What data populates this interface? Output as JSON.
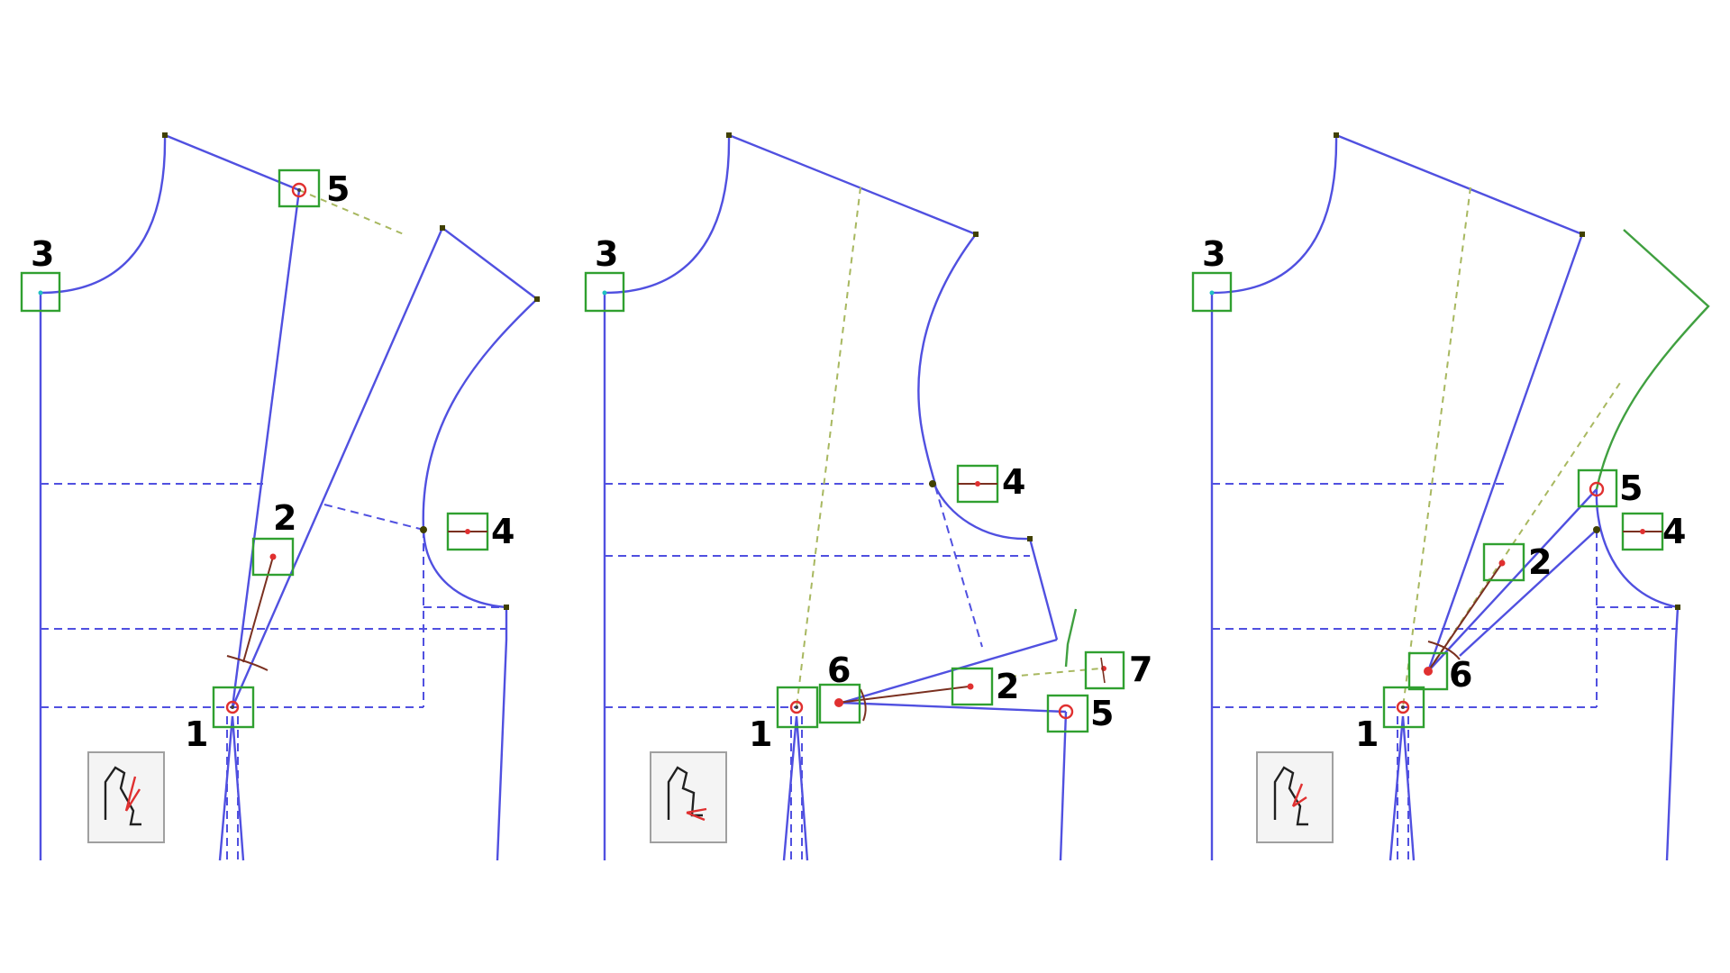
{
  "colors": {
    "outline": "#5050e0",
    "guide_dashed": "#5050e0",
    "construction": "#a8b860",
    "green_line": "#40a040",
    "marker_box": "#30a030",
    "marker_dot": "#e03030",
    "knife_line": "#7a3020",
    "icon_border": "#a0a0a0",
    "icon_bg": "#f4f4f4",
    "background": "#ffffff"
  },
  "panels": [
    {
      "id": "panel-1",
      "markers": [
        {
          "id": "1",
          "label": "1"
        },
        {
          "id": "2",
          "label": "2"
        },
        {
          "id": "3",
          "label": "3"
        },
        {
          "id": "4",
          "label": "4"
        },
        {
          "id": "5",
          "label": "5"
        }
      ],
      "icon": "dart-rotate-icon"
    },
    {
      "id": "panel-2",
      "markers": [
        {
          "id": "1",
          "label": "1"
        },
        {
          "id": "2",
          "label": "2"
        },
        {
          "id": "3",
          "label": "3"
        },
        {
          "id": "4",
          "label": "4"
        },
        {
          "id": "5",
          "label": "5"
        },
        {
          "id": "6",
          "label": "6"
        },
        {
          "id": "7",
          "label": "7"
        }
      ],
      "icon": "dart-transfer-icon"
    },
    {
      "id": "panel-3",
      "markers": [
        {
          "id": "1",
          "label": "1"
        },
        {
          "id": "2",
          "label": "2"
        },
        {
          "id": "3",
          "label": "3"
        },
        {
          "id": "4",
          "label": "4"
        },
        {
          "id": "5",
          "label": "5"
        },
        {
          "id": "6",
          "label": "6"
        }
      ],
      "icon": "dart-close-icon"
    }
  ]
}
